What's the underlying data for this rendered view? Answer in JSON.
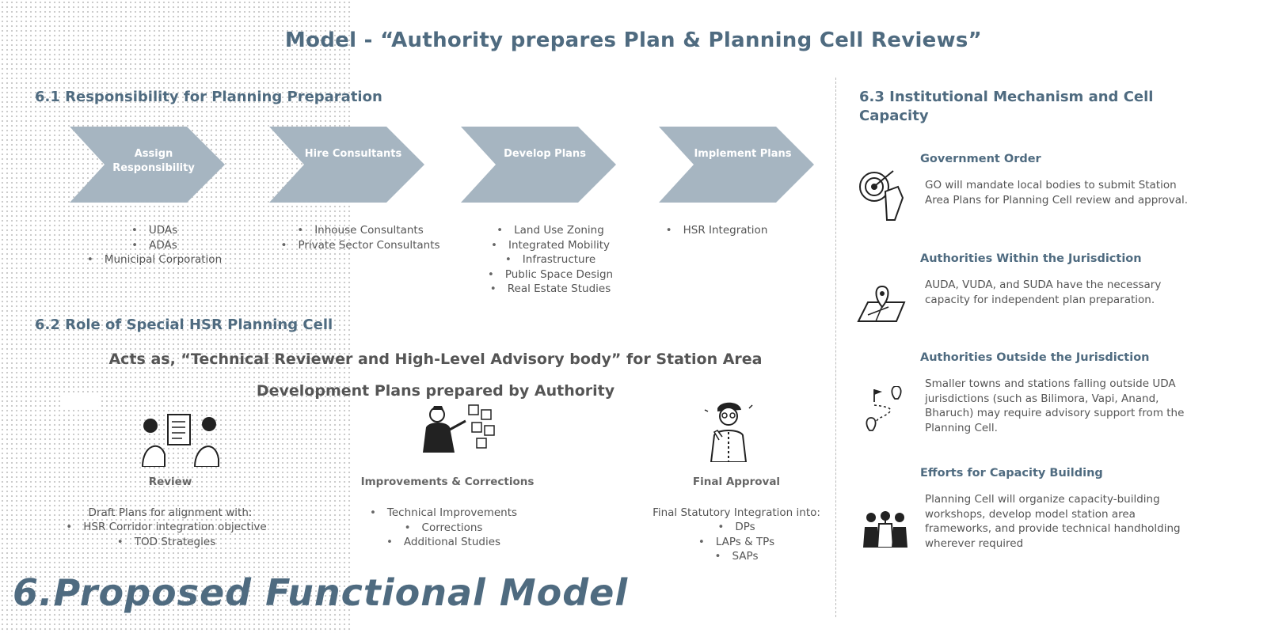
{
  "title": "Model - “Authority prepares Plan & Planning Cell Reviews”",
  "section_61": {
    "heading": "6.1 Responsibility for Planning Preparation",
    "steps": [
      {
        "label": "Assign Responsibility",
        "items": [
          "UDAs",
          "ADAs",
          "Municipal Corporation"
        ]
      },
      {
        "label": "Hire Consultants",
        "items": [
          "Inhouse Consultants",
          "Private Sector Consultants"
        ]
      },
      {
        "label": "Develop Plans",
        "items": [
          "Land Use Zoning",
          "Integrated Mobility",
          "Infrastructure",
          "Public Space Design",
          "Real Estate Studies"
        ]
      },
      {
        "label": "Implement Plans",
        "items": [
          "HSR Integration"
        ]
      }
    ]
  },
  "section_62": {
    "heading": "6.2 Role of Special HSR Planning Cell",
    "statement_line1": "Acts as, “Technical Reviewer and High-Level Advisory body” for Station Area",
    "statement_line2": "Development Plans prepared by Authority",
    "roles": [
      {
        "title": "Review",
        "intro": "Draft Plans for alignment with:",
        "items": [
          "HSR Corridor integration objective",
          "TOD Strategies"
        ]
      },
      {
        "title": "Improvements & Corrections",
        "intro": "",
        "items": [
          "Technical Improvements",
          "Corrections",
          "Additional Studies"
        ]
      },
      {
        "title": "Final Approval",
        "intro": "Final Statutory Integration into:",
        "items": [
          "DPs",
          "LAPs & TPs",
          "SAPs"
        ]
      }
    ]
  },
  "section_63": {
    "heading_line1": "6.3 Institutional Mechanism and Cell",
    "heading_line2": "Capacity",
    "items": [
      {
        "title": "Government Order",
        "body": "GO will mandate local bodies to submit Station Area Plans for Planning Cell review and approval.",
        "icon": "target-icon"
      },
      {
        "title": "Authorities Within the Jurisdiction",
        "body": "AUDA, VUDA, and SUDA have the necessary capacity for independent plan preparation.",
        "icon": "map-pin-icon"
      },
      {
        "title": "Authorities Outside the Jurisdiction",
        "body": "Smaller towns and stations falling outside UDA jurisdictions (such as Bilimora, Vapi, Anand, Bharuch) may require advisory support from the Planning Cell.",
        "icon": "route-icon"
      },
      {
        "title": "Efforts for Capacity Building",
        "body": "Planning Cell will organize capacity-building workshops, develop model station area frameworks, and provide technical handholding wherever required",
        "icon": "group-icon"
      }
    ]
  },
  "footer_title": "6.Proposed Functional Model",
  "colors": {
    "accent": "#4f6b80",
    "chevron": "#a6b5c1",
    "text": "#555555"
  }
}
